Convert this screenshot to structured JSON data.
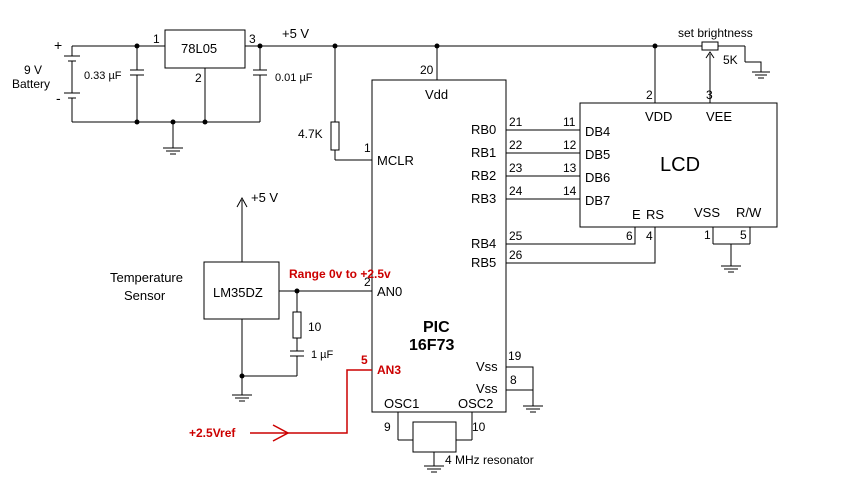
{
  "battery": {
    "voltage": "9 V",
    "label": "Battery",
    "plus": "+",
    "minus": "-"
  },
  "regulator": {
    "name": "78L05",
    "pin_in": "1",
    "pin_gnd": "2",
    "pin_out": "3"
  },
  "capacitors": {
    "c_in": "0.33 µF",
    "c_out": "0.01 µF",
    "c_filter": "1 µF"
  },
  "rails": {
    "supply_top": "+5 V",
    "supply_sensor": "+5 V"
  },
  "mclr_resistor": "4.7K",
  "filter_resistor": "10",
  "brightness": {
    "label": "set brightness",
    "value": "5K"
  },
  "pic": {
    "line1": "PIC",
    "line2": "16F73",
    "pins": {
      "vdd": {
        "num": "20",
        "label": "Vdd"
      },
      "mclr": {
        "num": "1",
        "label": "MCLR"
      },
      "an0": {
        "num": "2",
        "label": "AN0"
      },
      "an3": {
        "num": "5",
        "label": "AN3"
      },
      "rb0": {
        "num": "21",
        "label": "RB0"
      },
      "rb1": {
        "num": "22",
        "label": "RB1"
      },
      "rb2": {
        "num": "23",
        "label": "RB2"
      },
      "rb3": {
        "num": "24",
        "label": "RB3"
      },
      "rb4": {
        "num": "25",
        "label": "RB4"
      },
      "rb5": {
        "num": "26",
        "label": "RB5"
      },
      "vss1": {
        "num": "19",
        "label": "Vss"
      },
      "vss2": {
        "num": "8",
        "label": "Vss"
      },
      "osc1": {
        "num": "9",
        "label": "OSC1"
      },
      "osc2": {
        "num": "10",
        "label": "OSC2"
      }
    }
  },
  "lcd": {
    "title": "LCD",
    "pins": {
      "vdd": {
        "num": "2",
        "label": "VDD"
      },
      "vee": {
        "num": "3",
        "label": "VEE"
      },
      "db4": {
        "num": "11",
        "label": "DB4"
      },
      "db5": {
        "num": "12",
        "label": "DB5"
      },
      "db6": {
        "num": "13",
        "label": "DB6"
      },
      "db7": {
        "num": "14",
        "label": "DB7"
      },
      "e": {
        "num": "6",
        "label": "E"
      },
      "rs": {
        "num": "4",
        "label": "RS"
      },
      "vss": {
        "num": "1",
        "label": "VSS"
      },
      "rw": {
        "num": "5",
        "label": "R/W"
      }
    }
  },
  "sensor": {
    "name": "LM35DZ",
    "line1": "Temperature",
    "line2": "Sensor"
  },
  "annotations": {
    "range": "Range 0v to +2.5v",
    "vref": "+2.5Vref"
  },
  "resonator": "4 MHz resonator",
  "colors": {
    "wire": "#000000",
    "annotation": "#cc0000",
    "background": "#ffffff"
  }
}
